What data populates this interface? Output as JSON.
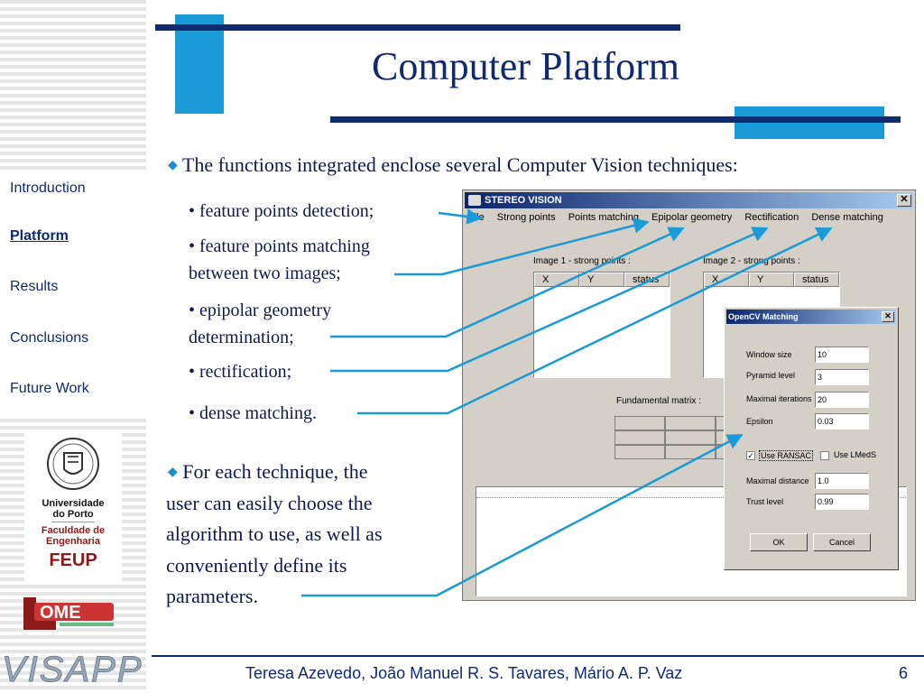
{
  "slide": {
    "title": "Computer Platform",
    "bullets": {
      "intro": "The functions integrated enclose several Computer Vision techniques:",
      "items": [
        "feature points detection;",
        "feature points matching",
        "between two images;",
        "epipolar geometry",
        "determination;",
        "rectification;",
        "dense matching."
      ],
      "second_lines": [
        "For each technique, the",
        "user can easily choose the",
        "algorithm to use, as well as",
        "conveniently define its",
        "parameters."
      ]
    },
    "accent_color": "#1a9ad6",
    "navy_color": "#0f2a6e"
  },
  "sidebar": {
    "items": [
      {
        "label": "Introduction",
        "active": false
      },
      {
        "label": "Platform",
        "active": true
      },
      {
        "label": "Results",
        "active": false
      },
      {
        "label": "Conclusions",
        "active": false
      },
      {
        "label": "Future Work",
        "active": false
      }
    ],
    "logo_uporto": [
      "Universidade",
      "do Porto",
      "Faculdade de",
      "Engenharia",
      "FEUP"
    ],
    "logo_lome": "LOME",
    "logo_visapp": "VISAPP"
  },
  "footer": {
    "authors": "Teresa Azevedo, João Manuel R. S. Tavares, Mário A. P. Vaz",
    "page": "6"
  },
  "app": {
    "title": "STEREO VISION",
    "menu": [
      "File",
      "Strong points",
      "Points matching",
      "Epipolar geometry",
      "Rectification",
      "Dense matching"
    ],
    "image1_label": "Image 1 - strong points :",
    "image2_label": "Image 2 - strong points :",
    "columns": [
      "X",
      "Y",
      "status"
    ],
    "fundamental_label": "Fundamental matrix :",
    "dialog": {
      "title": "OpenCV Matching",
      "fields": [
        {
          "label": "Window size",
          "value": "10"
        },
        {
          "label": "Pyramid level",
          "value": "3"
        },
        {
          "label": "Maximal iterations",
          "value": "20"
        },
        {
          "label": "Epsilon",
          "value": "0.03"
        }
      ],
      "use_ransac": "Use RANSAC",
      "use_ransac_checked": true,
      "use_lmeds": "Use LMedS",
      "use_lmeds_checked": false,
      "fields2": [
        {
          "label": "Maximal distance",
          "value": "1.0"
        },
        {
          "label": "Trust level",
          "value": "0.99"
        }
      ],
      "ok": "OK",
      "cancel": "Cancel"
    }
  }
}
